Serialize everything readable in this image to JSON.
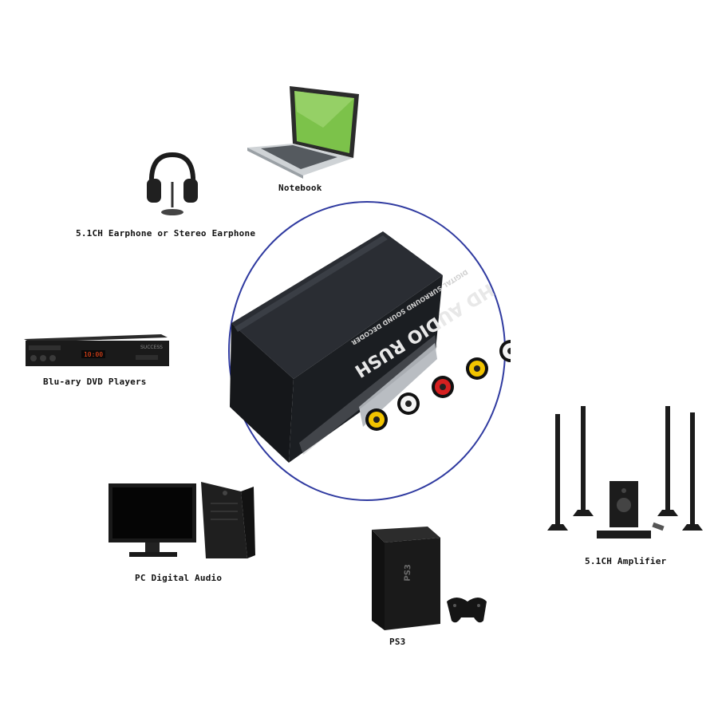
{
  "labels": {
    "notebook": "Notebook",
    "earphone": "5.1CH Earphone or Stereo Earphone",
    "dvd": "Blu-ary DVD Players",
    "pc": "PC Digital Audio",
    "ps3": "PS3",
    "amplifier": "5.1CH Amplifier"
  },
  "device": {
    "brand_line": "HD AUDIO RUSH",
    "sub_line": "DIGITAL SURROUND SOUND DECODER",
    "jack_colors": [
      "#f2c400",
      "#f4f4f4",
      "#d62020",
      "#f2c400",
      "#f4f4f4",
      "#d62020"
    ]
  },
  "dvd": {
    "display": "10:00",
    "brand": "SUCCESS"
  },
  "ps3": {
    "logo": "PS3"
  },
  "colors": {
    "circle": "#2f3aa0",
    "device_body": "#1d2024",
    "screen": "#7cc24a"
  }
}
